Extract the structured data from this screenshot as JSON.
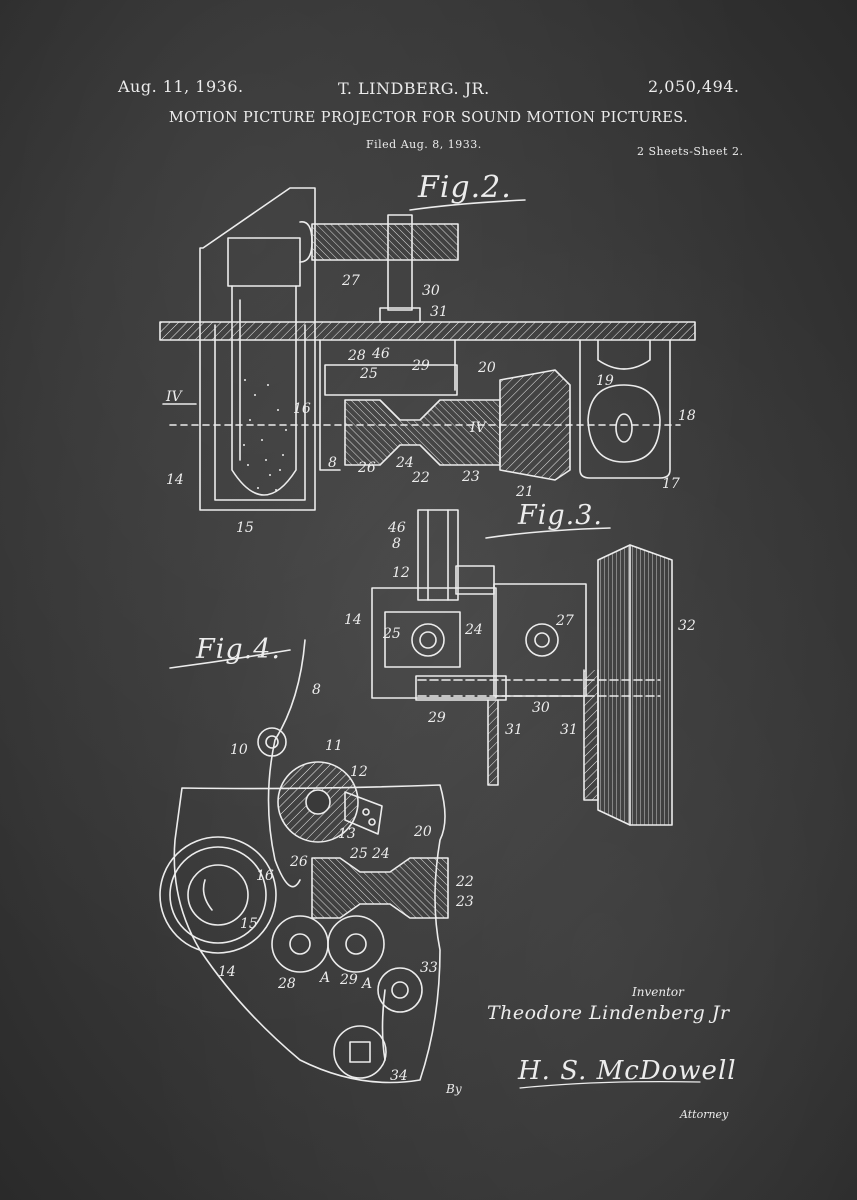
{
  "header": {
    "date": "Aug. 11, 1936.",
    "inventor": "T. LINDBERG. JR.",
    "patent_number": "2,050,494.",
    "title": "MOTION PICTURE PROJECTOR FOR SOUND MOTION PICTURES.",
    "filed": "Filed Aug. 8, 1933.",
    "sheets": "2 Sheets-Sheet 2."
  },
  "figures": {
    "fig2": "Fig.2.",
    "fig3": "Fig.3.",
    "fig4": "Fig.4."
  },
  "reference_numerals": {
    "fig2": [
      "27",
      "30",
      "31",
      "28",
      "46",
      "29",
      "20",
      "19",
      "25",
      "16",
      "IV",
      "IV",
      "8",
      "26",
      "24",
      "22",
      "23",
      "21",
      "18",
      "17",
      "14",
      "15"
    ],
    "fig3": [
      "46",
      "8",
      "12",
      "14",
      "25",
      "24",
      "27",
      "32",
      "29",
      "30",
      "31",
      "31"
    ],
    "fig4": [
      "8",
      "10",
      "11",
      "12",
      "13",
      "20",
      "26",
      "25",
      "24",
      "22",
      "23",
      "16",
      "15",
      "14",
      "28",
      "A",
      "29",
      "A",
      "33",
      "34"
    ]
  },
  "signatures": {
    "inventor_label": "Inventor",
    "inventor_name": "Theodore Lindenberg Jr",
    "by_label": "By",
    "attorney_signature": "H. S. McDowell",
    "attorney_label": "Attorney"
  },
  "colors": {
    "background": "#3a3a3a",
    "ink": "#ececec"
  }
}
